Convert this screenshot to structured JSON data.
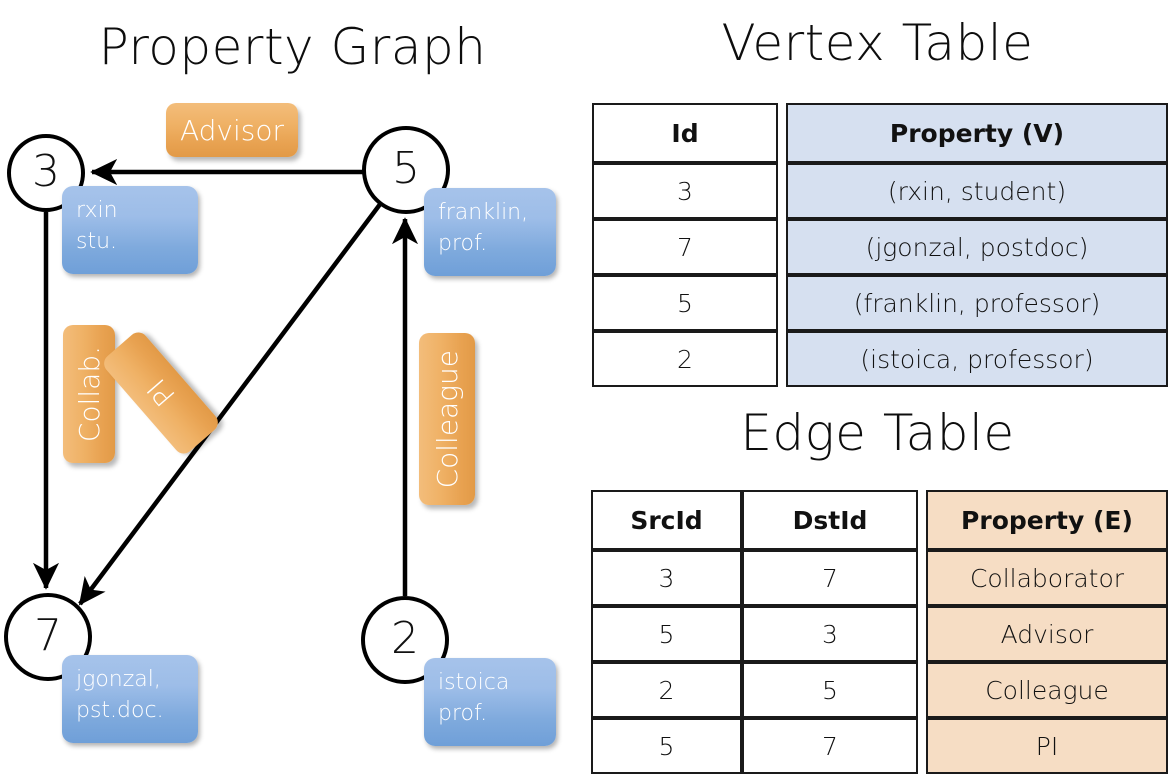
{
  "titles": {
    "property_graph": "Property Graph",
    "vertex_table": "Vertex Table",
    "edge_table": "Edge Table"
  },
  "graph": {
    "vertices": [
      {
        "id": "3",
        "property_line1": "rxin",
        "property_line2": "stu."
      },
      {
        "id": "5",
        "property_line1": "franklin,",
        "property_line2": "prof."
      },
      {
        "id": "7",
        "property_line1": "jgonzal,",
        "property_line2": "pst.doc."
      },
      {
        "id": "2",
        "property_line1": "istoica",
        "property_line2": "prof."
      }
    ],
    "edge_labels": [
      {
        "label": "Advisor"
      },
      {
        "label": "Collab."
      },
      {
        "label": "PI"
      },
      {
        "label": "Colleague"
      }
    ]
  },
  "vertex_table": {
    "headers": [
      "Id",
      "Property (V)"
    ],
    "rows": [
      {
        "id": "3",
        "property": "(rxin, student)"
      },
      {
        "id": "7",
        "property": "(jgonzal, postdoc)"
      },
      {
        "id": "5",
        "property": "(franklin, professor)"
      },
      {
        "id": "2",
        "property": "(istoica, professor)"
      }
    ]
  },
  "edge_table": {
    "headers": [
      "SrcId",
      "DstId",
      "Property (E)"
    ],
    "rows": [
      {
        "src": "3",
        "dst": "7",
        "property": "Collaborator"
      },
      {
        "src": "5",
        "dst": "3",
        "property": "Advisor"
      },
      {
        "src": "2",
        "dst": "5",
        "property": "Colleague"
      },
      {
        "src": "5",
        "dst": "7",
        "property": "PI"
      }
    ]
  },
  "colors": {
    "vertex_property_fill": "#d6e0f0",
    "edge_property_fill": "#f6ddc4",
    "node_box_blue": "#7faadd",
    "edge_label_orange": "#e8a251",
    "stroke": "#000000"
  }
}
